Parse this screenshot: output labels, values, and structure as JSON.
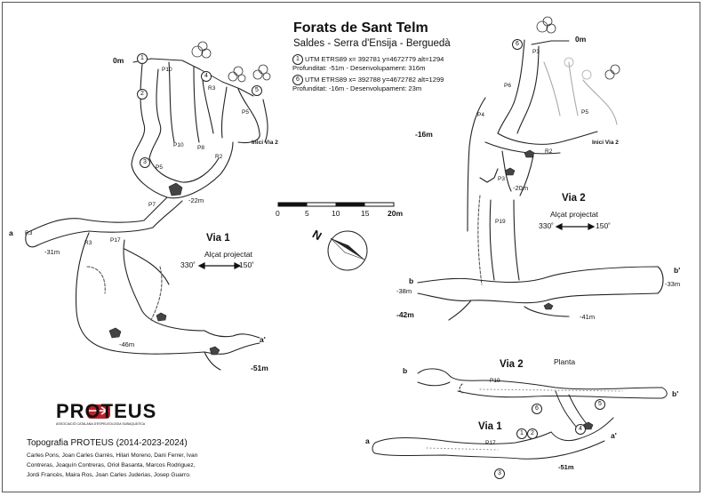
{
  "title": "Forats de Sant Telm",
  "subtitle": "Saldes - Serra d'Ensija - Berguedà",
  "entrances": [
    {
      "num": "1",
      "coords": "UTM ETRS89 x= 392781 y=4672779 alt=1294",
      "stats": "Profunditat: -51m  - Desenvolupament: 316m"
    },
    {
      "num": "6",
      "coords": "UTM ETRS89 x= 392788 y=4672782 alt=1299",
      "stats": "Profunditat: -16m  - Desenvolupament: 23m"
    }
  ],
  "scale": {
    "ticks": [
      "0",
      "5",
      "10",
      "15",
      "20m"
    ]
  },
  "north": "N",
  "via1": {
    "label": "Via 1",
    "projection": "Alçat projectat",
    "bearing_left": "330˚",
    "bearing_right": "150˚",
    "depths": {
      "zero": "0m",
      "m22": "-22m",
      "m31": "-31m",
      "m46": "-46m",
      "m51": "-51m"
    },
    "points": {
      "a": "a",
      "a_prime": "a'"
    },
    "pitches": [
      "P10",
      "R3",
      "P5",
      "P10",
      "P8",
      "R2",
      "P5",
      "P7",
      "R3",
      "R3",
      "P17"
    ],
    "start_label": "Inici Via 2",
    "entrance_nums": [
      "1",
      "2",
      "3",
      "4",
      "5"
    ]
  },
  "via2": {
    "label": "Via 2",
    "projection": "Alçat projectat",
    "bearing_left": "330˚",
    "bearing_right": "150˚",
    "depths": {
      "zero": "0m",
      "m16": "-16m",
      "m20": "-20m",
      "m38": "-38m",
      "m41": "-41m",
      "m42": "-42m",
      "m33": "-33m"
    },
    "points": {
      "b": "b",
      "b_prime": "b'"
    },
    "pitches": [
      "P3",
      "P6",
      "P4",
      "P5",
      "R2",
      "P3",
      "P19"
    ],
    "start_label": "Inici Via 2",
    "entrance_nums": [
      "6"
    ]
  },
  "plan": {
    "label": "Planta",
    "via2": "Via 2",
    "via1": "Via 1",
    "depth": "-51m",
    "points": {
      "a": "a",
      "a_prime": "a'",
      "b": "b",
      "b_prime": "b'"
    },
    "pitches": [
      "P19",
      "P17"
    ],
    "entrance_nums": [
      "1",
      "2",
      "3",
      "4",
      "5",
      "6"
    ]
  },
  "logo": {
    "name": "PROTEUS",
    "subtitle": "ASSOCIACIÓ CATALANA D'ESPELEOLOGIA SUBAQUÀTICA"
  },
  "credits": {
    "title": "Topografia PROTEUS (2014-2023-2024)",
    "lines": [
      "Carles Pons, Joan Carles Garrés, Hilari Moreno, Dani Ferrer, Ivan",
      "Contreras, Joaquín Contreras, Oriol Basanta, Marcos Rodriguez,",
      "Jordi Francès, Maira Ros, Joan Carles Juderias, Josep Guarro."
    ]
  }
}
